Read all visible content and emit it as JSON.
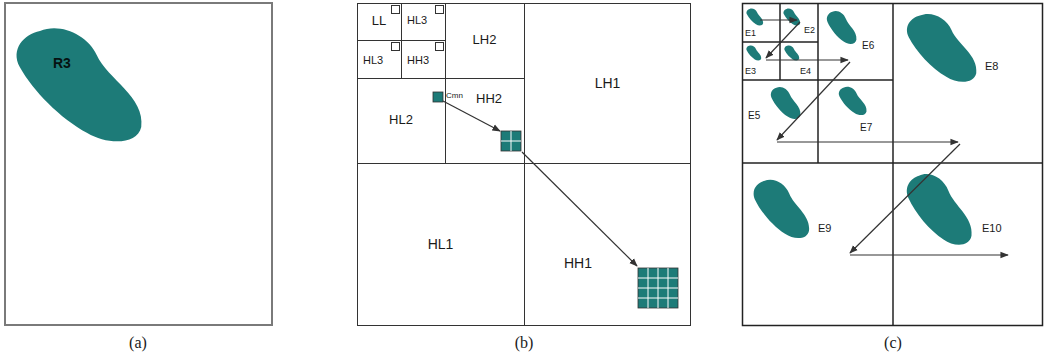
{
  "diagram": {
    "nodes": [
      {
        "text": [
          "R3"
        ]
      },
      {
        "text": [
          "LL"
        ]
      },
      {
        "text": [
          "HL3"
        ]
      },
      {
        "text": [
          "HL3"
        ]
      },
      {
        "text": [
          "HH3"
        ]
      },
      {
        "text": [
          "LH2"
        ]
      },
      {
        "text": [
          "HL2"
        ]
      },
      {
        "text": [
          "HH2"
        ]
      },
      {
        "text": [
          "LH1"
        ]
      },
      {
        "text": [
          "HL1"
        ]
      },
      {
        "text": [
          "HH1"
        ]
      },
      {
        "text": [
          "E1"
        ]
      },
      {
        "text": [
          "E2"
        ]
      },
      {
        "text": [
          "E3"
        ]
      },
      {
        "text": [
          "E4"
        ]
      },
      {
        "text": [
          "E6"
        ]
      },
      {
        "text": [
          "E5"
        ]
      },
      {
        "text": [
          "E7"
        ]
      },
      {
        "text": [
          "E8"
        ]
      },
      {
        "text": [
          "E9"
        ]
      },
      {
        "text": [
          "E10"
        ]
      }
    ],
    "labels": [
      "Cmn",
      "(a)",
      "(b)",
      "(c)"
    ]
  }
}
